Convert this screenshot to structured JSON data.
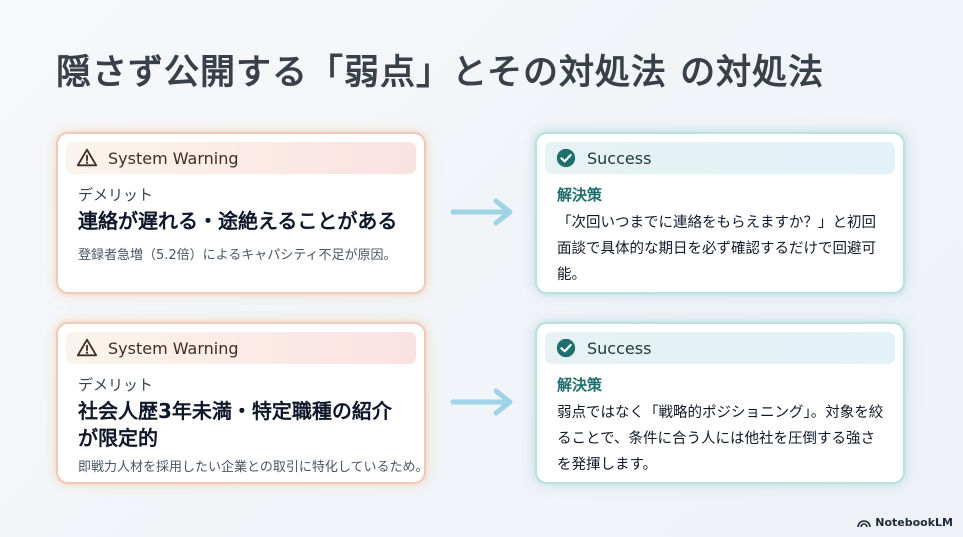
{
  "title": "隠さず公開する「弱点」とその対処法 の対処法",
  "rows": [
    {
      "warning": {
        "header": "System Warning",
        "label": "デメリット",
        "headline": "連絡が遅れる・途絶えることがある",
        "note": "登録者急増（5.2倍）によるキャパシティ不足が原因。"
      },
      "success": {
        "header": "Success",
        "label": "解決策",
        "body": "「次回いつまでに連絡をもらえますか？」と初回面談で具体的な期日を必ず確認するだけで回避可能。"
      }
    },
    {
      "warning": {
        "header": "System Warning",
        "label": "デメリット",
        "headline": "社会人歴3年未満・特定職種の紹介が限定的",
        "note": "即戦力人材を採用したい企業との取引に特化しているため。"
      },
      "success": {
        "header": "Success",
        "label": "解決策",
        "body": "弱点ではなく「戦略的ポジショニング」。対象を絞ることで、条件に合う人には他社を圧倒する強さを発揮します。"
      }
    }
  ],
  "icons": {
    "warning": "warning-triangle-icon",
    "success": "check-circle-icon",
    "arrow": "arrow-right-icon",
    "brand": "notebooklm-logo-icon"
  },
  "colors": {
    "warning_border": "#f1c7b8",
    "success_border": "#b9e2dc",
    "success_check": "#1f6f6e",
    "arrow": "#9fd3e6"
  },
  "brand": "NotebookLM"
}
